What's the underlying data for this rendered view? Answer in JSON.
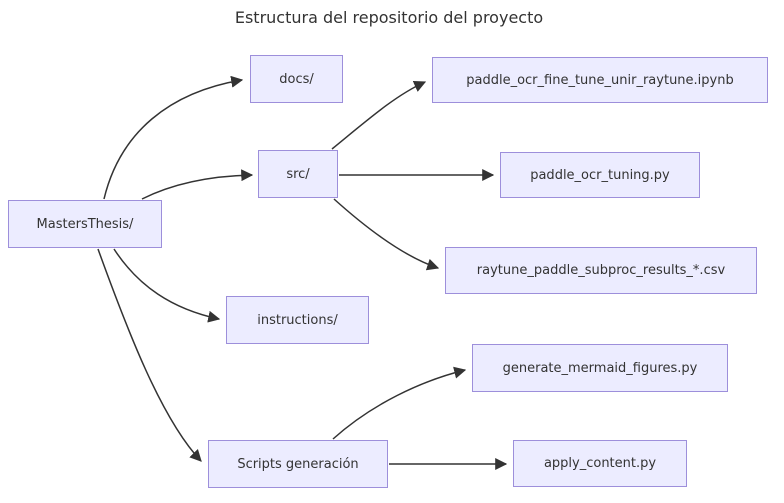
{
  "diagram": {
    "title": "Estructura del repositorio del proyecto",
    "type": "flowchart-left-to-right",
    "nodes": {
      "root": {
        "label": "MastersThesis/"
      },
      "docs": {
        "label": "docs/"
      },
      "src": {
        "label": "src/"
      },
      "instructions": {
        "label": "instructions/"
      },
      "scripts": {
        "label": "Scripts generación"
      },
      "ipynb": {
        "label": "paddle_ocr_fine_tune_unir_raytune.ipynb"
      },
      "tuning": {
        "label": "paddle_ocr_tuning.py"
      },
      "csv": {
        "label": "raytune_paddle_subproc_results_*.csv"
      },
      "mermaidscript": {
        "label": "generate_mermaid_figures.py"
      },
      "apply": {
        "label": "apply_content.py"
      }
    },
    "edges": [
      {
        "from": "MastersThesis/",
        "to": "docs/"
      },
      {
        "from": "MastersThesis/",
        "to": "src/"
      },
      {
        "from": "MastersThesis/",
        "to": "instructions/"
      },
      {
        "from": "MastersThesis/",
        "to": "Scripts generación"
      },
      {
        "from": "src/",
        "to": "paddle_ocr_fine_tune_unir_raytune.ipynb"
      },
      {
        "from": "src/",
        "to": "paddle_ocr_tuning.py"
      },
      {
        "from": "src/",
        "to": "raytune_paddle_subproc_results_*.csv"
      },
      {
        "from": "Scripts generación",
        "to": "generate_mermaid_figures.py"
      },
      {
        "from": "Scripts generación",
        "to": "apply_content.py"
      }
    ],
    "colors": {
      "node_fill": "#ECECFF",
      "node_border": "#9d8fdb",
      "edge_line": "#333333",
      "text": "#333333",
      "background": "#ffffff"
    }
  }
}
